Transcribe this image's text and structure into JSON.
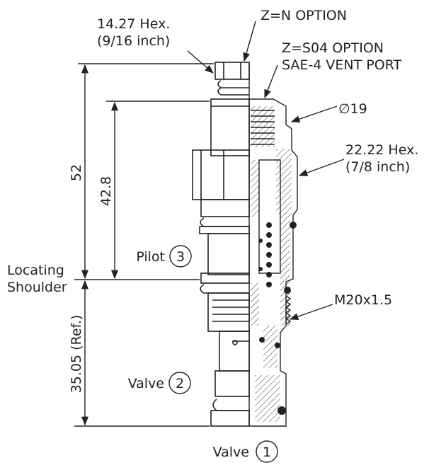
{
  "annotations": {
    "hex_small_line1": "14.27 Hex.",
    "hex_small_line2": "(9/16 inch)",
    "option_z_n": "Z=N OPTION",
    "option_z_s04_line1": "Z=S04 OPTION",
    "option_z_s04_line2": "SAE-4 VENT PORT",
    "diameter": "∅19",
    "hex_large_line1": "22.22 Hex.",
    "hex_large_line2": "(7/8 inch)",
    "thread": "M20x1.5",
    "locating_line1": "Locating",
    "locating_line2": "Shoulder"
  },
  "dimensions": {
    "overall_upper": "52",
    "inner_upper": "42.8",
    "lower_ref": "35.05 (Ref.)"
  },
  "ports": [
    {
      "label": "Pilot",
      "number": "3"
    },
    {
      "label": "Valve",
      "number": "2"
    },
    {
      "label": "Valve",
      "number": "1"
    }
  ]
}
